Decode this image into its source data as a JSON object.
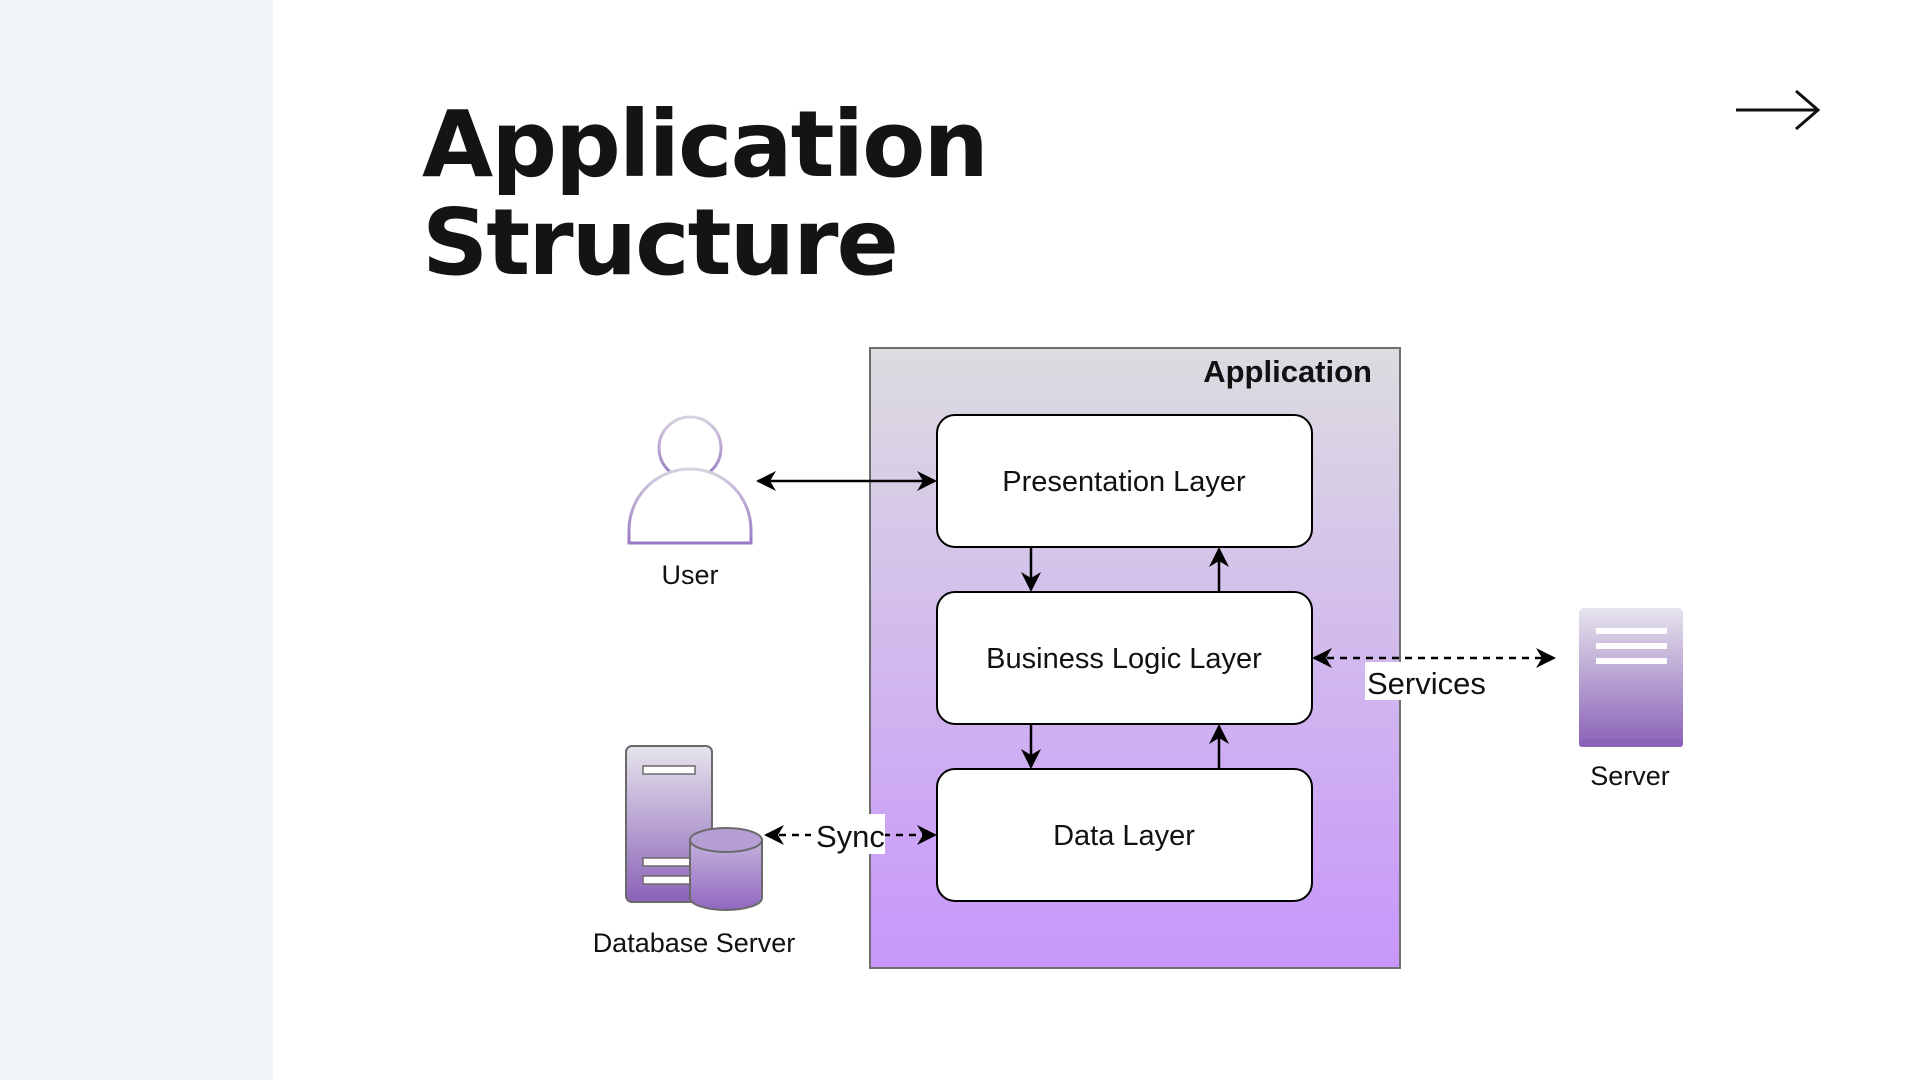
{
  "title": {
    "line1": "Application",
    "line2": "Structure"
  },
  "navigation": {
    "next_icon": "arrow-right-icon"
  },
  "diagram": {
    "container": {
      "label": "Application",
      "gradient_top": "#dcdce0",
      "gradient_bottom": "#c796fb"
    },
    "layers": {
      "presentation": "Presentation Layer",
      "business": "Business Logic Layer",
      "data": "Data Layer"
    },
    "actors": {
      "user": "User",
      "database": "Database Server",
      "server": "Server"
    },
    "connections": {
      "services": "Services",
      "sync": "Sync"
    },
    "colors": {
      "accent": "#9a79c4",
      "icon_dark": "#8a62b8"
    }
  }
}
